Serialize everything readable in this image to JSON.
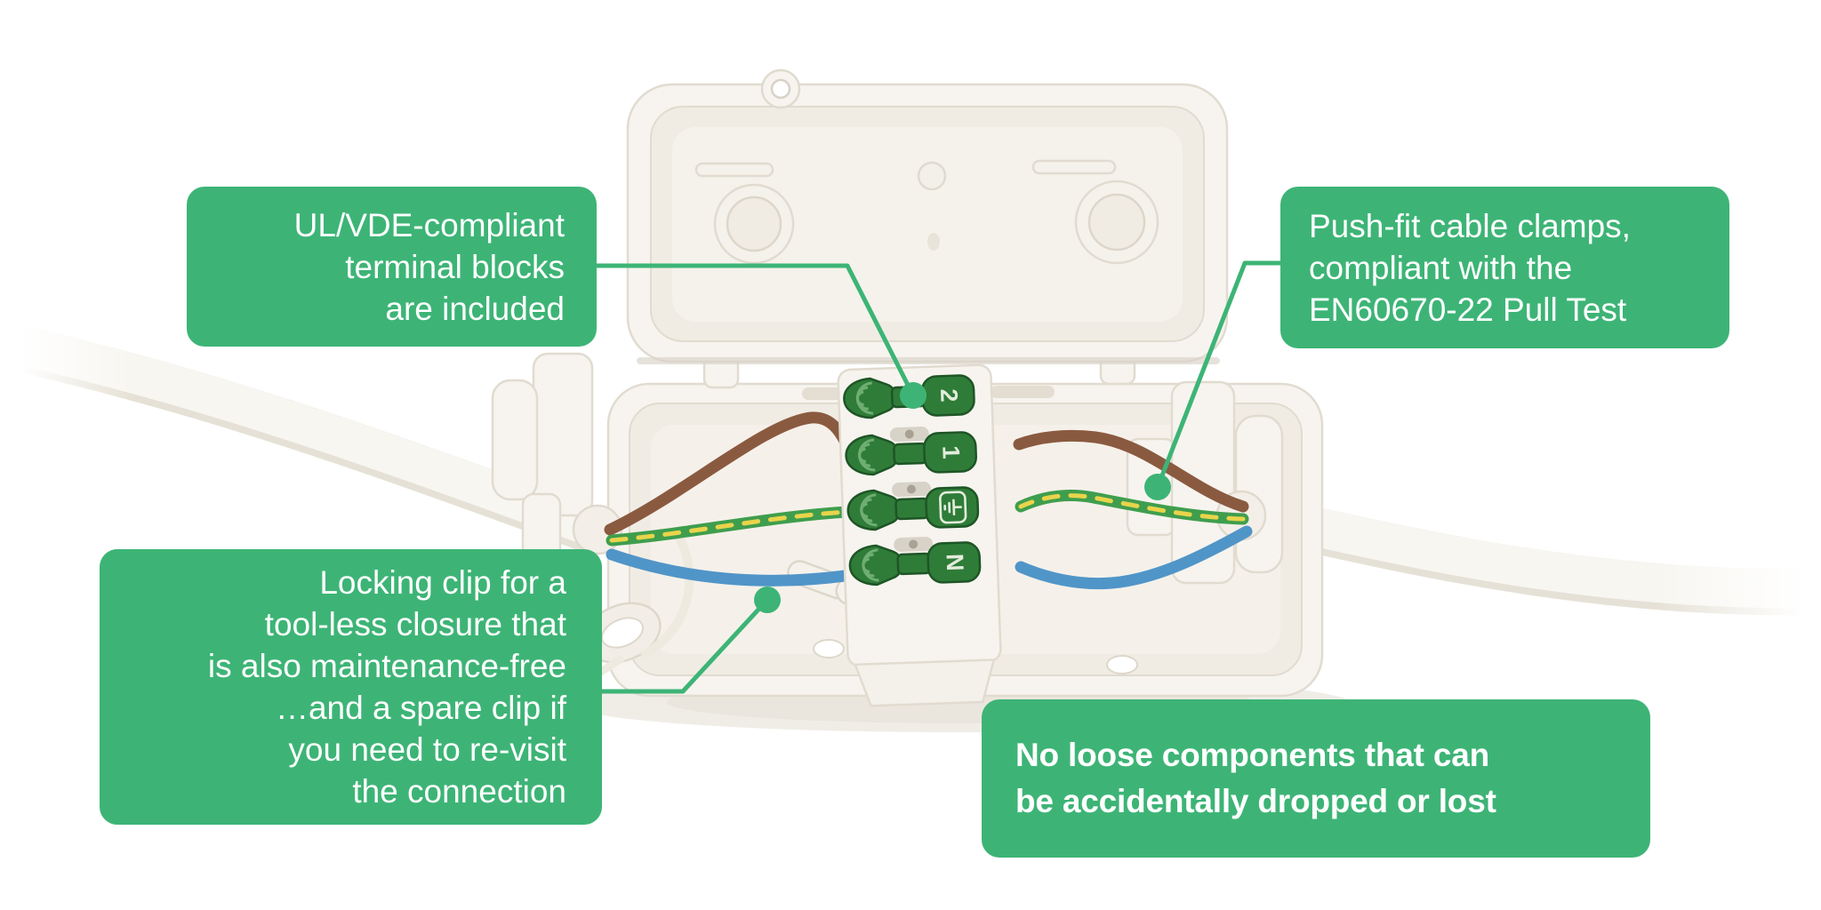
{
  "page": {
    "background": "#ffffff",
    "kind": "annotated product infographic of an open junction box"
  },
  "colors": {
    "green": "#3db476",
    "lever": "#2f7c38",
    "lever-dark": "#1e5526",
    "lever-hi": "#6fae72",
    "brown": "#8a5a40",
    "earth-green": "#3f9e4d",
    "earth-yellow": "#e8d44b",
    "blue": "#5095c8"
  },
  "callouts": {
    "terminal_blocks": {
      "text": "UL/VDE-compliant\nterminal blocks\nare included"
    },
    "cable_clamps": {
      "text": "Push-fit cable clamps,\ncompliant with the\nEN60670-22 Pull Test"
    },
    "locking_clip": {
      "text": "Locking clip for a\ntool-less closure that\nis also maintenance-free\n…and a spare clip if\nyou need to re-visit\nthe connection"
    },
    "no_loose_parts": {
      "text": "No loose components that can\nbe accidentally dropped or lost"
    }
  },
  "figure": {
    "terminal": {
      "labels": [
        "2",
        "1",
        "⏚",
        "N"
      ],
      "earth_icon": "earth-ground-icon"
    }
  }
}
